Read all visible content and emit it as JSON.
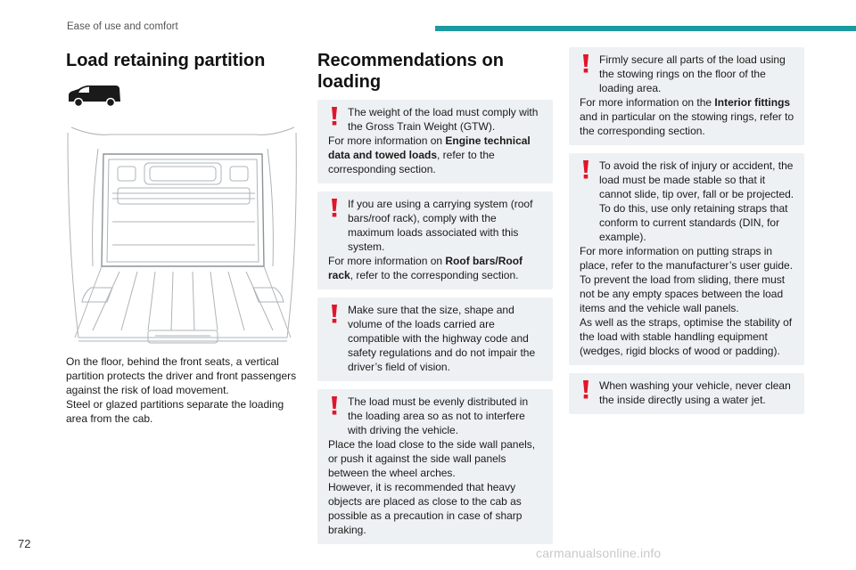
{
  "header": {
    "section_title": "Ease of use and comfort"
  },
  "page_number": "72",
  "watermark": "carmanualsonline.info",
  "colors": {
    "accent": "#1b9aa0",
    "warning": "#e0162b",
    "box_bg": "#eef1f3"
  },
  "left": {
    "title": "Load retaining partition",
    "paragraphs": [
      "On the floor, behind the front seats, a vertical partition protects the driver and front passengers against the risk of load movement.",
      "Steel or glazed partitions separate the loading area from the cab."
    ]
  },
  "middle": {
    "title": "Recommendations on loading",
    "boxes": [
      {
        "lead": "The weight of the load must comply with the Gross Train Weight (GTW).",
        "more_pre": "For more information on ",
        "more_bold": "Engine technical data and towed loads",
        "more_post": ", refer to the corresponding section."
      },
      {
        "lead": "If you are using a carrying system (roof bars/roof rack), comply with the maximum loads associated with this system.",
        "more_pre": "For more information on ",
        "more_bold": "Roof bars/Roof rack",
        "more_post": ", refer to the corresponding section."
      },
      {
        "lead": "Make sure that the size, shape and volume of the loads carried are compatible with the highway code and safety regulations and do not impair the driver’s field of vision."
      },
      {
        "lead": "The load must be evenly distributed in the loading area so as not to interfere with driving the vehicle.",
        "extra": [
          "Place the load close to the side wall panels, or push it against the side wall panels between the wheel arches.",
          "However, it is recommended that heavy objects are placed as close to the cab as possible as a precaution in case of sharp braking."
        ]
      }
    ]
  },
  "right": {
    "boxes": [
      {
        "lead": "Firmly secure all parts of the load using the stowing rings on the floor of the loading area.",
        "more_pre": "For more information on the ",
        "more_bold": "Interior fittings",
        "more_post": " and in particular on the stowing rings, refer to the corresponding section."
      },
      {
        "lead": "To avoid the risk of injury or accident, the load must be made stable so that it cannot slide, tip over, fall or be projected. To do this, use only retaining straps that conform to current standards (DIN, for example).",
        "extra": [
          "For more information on putting straps in place, refer to the manufacturer’s user guide.",
          "To prevent the load from sliding, there must not be any empty spaces between the load items and the vehicle wall panels.",
          "As well as the straps, optimise the stability of the load with stable handling equipment (wedges, rigid blocks of wood or padding)."
        ]
      },
      {
        "lead": "When washing your vehicle, never clean the inside directly using a water jet."
      }
    ]
  }
}
